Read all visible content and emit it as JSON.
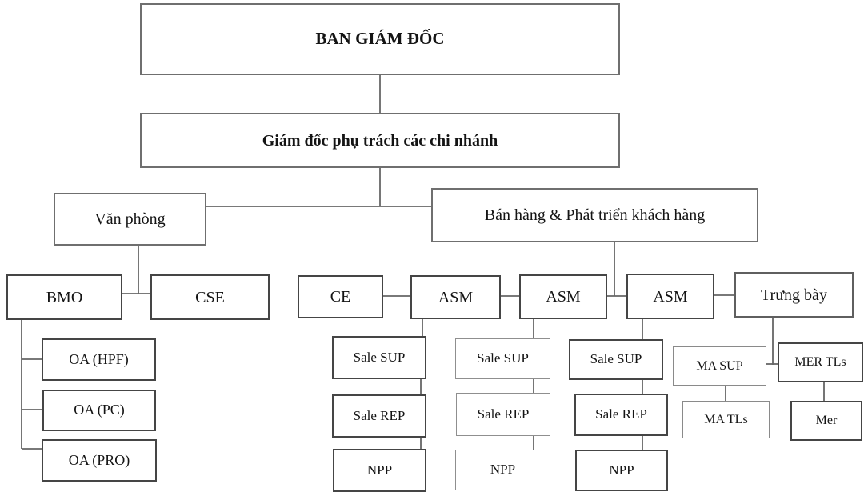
{
  "diagram": {
    "title": "Organizational chart",
    "background_color": "#ffffff",
    "line_color": "#666666",
    "text_color": "#141414"
  },
  "nodes": {
    "ban_giam_doc": {
      "label": "BAN GIÁM ĐỐC"
    },
    "giam_doc_chi_nhanh": {
      "label": "Giám đốc phụ trách các chi nhánh"
    },
    "van_phong": {
      "label": "Văn phòng"
    },
    "ban_hang": {
      "label": "Bán hàng & Phát triển khách hàng"
    },
    "bmo": {
      "label": "BMO"
    },
    "cse": {
      "label": "CSE"
    },
    "oa_hpf": {
      "label": "OA (HPF)"
    },
    "oa_pc": {
      "label": "OA (PC)"
    },
    "oa_pro": {
      "label": "OA (PRO)"
    },
    "ce": {
      "label": "CE"
    },
    "asm1": {
      "label": "ASM"
    },
    "asm2": {
      "label": "ASM"
    },
    "asm3": {
      "label": "ASM"
    },
    "trung_bay": {
      "label": "Trưng bày"
    },
    "sale_sup1": {
      "label": "Sale SUP"
    },
    "sale_rep1": {
      "label": "Sale REP"
    },
    "npp1": {
      "label": "NPP"
    },
    "sale_sup2": {
      "label": "Sale SUP"
    },
    "sale_rep2": {
      "label": "Sale REP"
    },
    "npp2": {
      "label": "NPP"
    },
    "sale_sup3": {
      "label": "Sale SUP"
    },
    "sale_rep3": {
      "label": "Sale REP"
    },
    "npp3": {
      "label": "NPP"
    },
    "ma_sup": {
      "label": "MA SUP"
    },
    "ma_tls": {
      "label": "MA TLs"
    },
    "mer_tls": {
      "label": "MER TLs"
    },
    "mer": {
      "label": "Mer"
    }
  },
  "edges": [
    {
      "from": "ban_giam_doc",
      "to": "giam_doc_chi_nhanh"
    },
    {
      "from": "giam_doc_chi_nhanh",
      "to": "van_phong"
    },
    {
      "from": "giam_doc_chi_nhanh",
      "to": "ban_hang"
    },
    {
      "from": "van_phong",
      "to": "bmo"
    },
    {
      "from": "van_phong",
      "to": "cse"
    },
    {
      "from": "bmo",
      "to": "oa_hpf"
    },
    {
      "from": "bmo",
      "to": "oa_pc"
    },
    {
      "from": "bmo",
      "to": "oa_pro"
    },
    {
      "from": "ban_hang",
      "to": "ce"
    },
    {
      "from": "ban_hang",
      "to": "asm1"
    },
    {
      "from": "ban_hang",
      "to": "asm2"
    },
    {
      "from": "ban_hang",
      "to": "asm3"
    },
    {
      "from": "ban_hang",
      "to": "trung_bay"
    },
    {
      "from": "asm1",
      "to": "sale_sup1"
    },
    {
      "from": "sale_sup1",
      "to": "sale_rep1"
    },
    {
      "from": "sale_rep1",
      "to": "npp1"
    },
    {
      "from": "asm2",
      "to": "sale_sup2"
    },
    {
      "from": "sale_sup2",
      "to": "sale_rep2"
    },
    {
      "from": "sale_rep2",
      "to": "npp2"
    },
    {
      "from": "asm3",
      "to": "sale_sup3"
    },
    {
      "from": "sale_sup3",
      "to": "sale_rep3"
    },
    {
      "from": "sale_rep3",
      "to": "npp3"
    },
    {
      "from": "trung_bay",
      "to": "ma_sup"
    },
    {
      "from": "trung_bay",
      "to": "mer_tls"
    },
    {
      "from": "ma_sup",
      "to": "ma_tls"
    },
    {
      "from": "mer_tls",
      "to": "mer"
    }
  ]
}
